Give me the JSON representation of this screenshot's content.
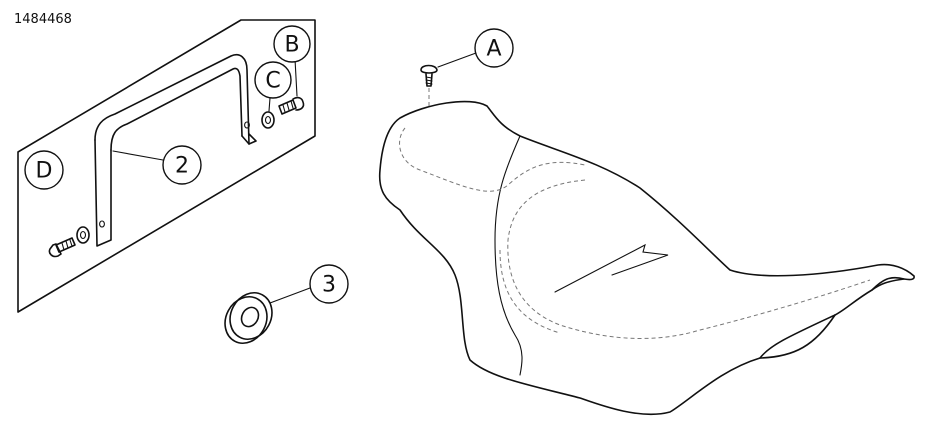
{
  "part_number": "1484468",
  "callouts": {
    "A": "A",
    "B": "B",
    "C": "C",
    "D": "D",
    "n2": "2",
    "n3": "3"
  }
}
